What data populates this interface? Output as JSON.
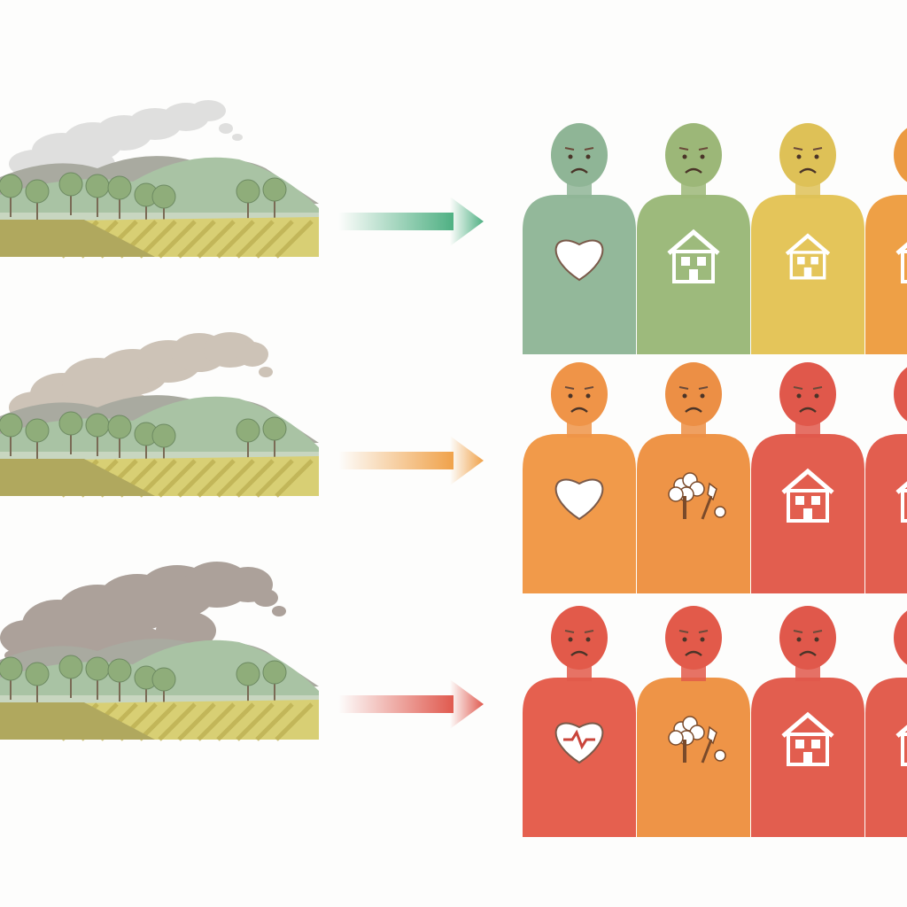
{
  "rows": [
    {
      "id": "low",
      "smoke": {
        "level": "light",
        "color": "#d6d6d4",
        "opacity": 0.75
      },
      "arrow_color": "#4fb083",
      "people": [
        {
          "color": "#93b89a",
          "head": "#8fb596",
          "icon": "heart"
        },
        {
          "color": "#9dba7c",
          "head": "#9cb778",
          "icon": "house"
        },
        {
          "color": "#e4c55a",
          "head": "#dec157",
          "icon": "house-small"
        },
        {
          "color": "#eea046",
          "head": "#eb9a41",
          "icon": "house"
        }
      ]
    },
    {
      "id": "medium",
      "smoke": {
        "level": "moderate",
        "color": "#c2b5a6",
        "opacity": 0.8
      },
      "arrow_color": "#f0a24a",
      "people": [
        {
          "color": "#f19a4a",
          "head": "#ef9448",
          "icon": "heart"
        },
        {
          "color": "#ee9447",
          "head": "#ec8f45",
          "icon": "flowers"
        },
        {
          "color": "#e25e4f",
          "head": "#e0584b",
          "icon": "house"
        },
        {
          "color": "#e25e4f",
          "head": "#e0584b",
          "icon": "house"
        }
      ]
    },
    {
      "id": "high",
      "smoke": {
        "level": "heavy",
        "color": "#9e9289",
        "opacity": 0.85
      },
      "arrow_color": "#e05a4f",
      "people": [
        {
          "color": "#e5604f",
          "head": "#e25a4a",
          "icon": "heart-pulse"
        },
        {
          "color": "#ee9447",
          "head": "#e25a4a",
          "icon": "flowers"
        },
        {
          "color": "#e25e4f",
          "head": "#e0584b",
          "icon": "house"
        },
        {
          "color": "#e25e4f",
          "head": "#e0584b",
          "icon": "house"
        }
      ]
    }
  ]
}
